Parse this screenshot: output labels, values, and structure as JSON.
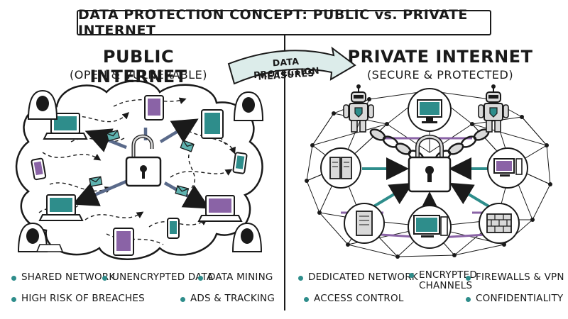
{
  "title": "DATA PROTECTION CONCEPT: PUBLIC vs. PRIVATE INTERNET",
  "banner": {
    "line1": "DATA PROTECTION",
    "line2": "MEASURES"
  },
  "public": {
    "title": "PUBLIC INTERNET",
    "subtitle": "(OPEN & VULNERABLE)",
    "bullets": [
      "SHARED NETWORK",
      "UNENCRYPTED DATA",
      "DATA MINING",
      "HIGH RISK OF BREACHES",
      "ADS & TRACKING"
    ]
  },
  "private": {
    "title": "PRIVATE INTERNET",
    "subtitle": "(SECURE & PROTECTED)",
    "bullets": [
      "DEDICATED NETWORK",
      "ENCRYPTED CHANNELS",
      "FIREWALLS & VPN",
      "ACCESS CONTROL",
      "CONFIDENTIALITY"
    ]
  },
  "colors": {
    "ink": "#1a1a1a",
    "teal": "#2e8d8b",
    "teal_light": "#5fb3b0",
    "purple": "#8a63a6",
    "slate": "#5a6a8a",
    "grey": "#d9d9d9",
    "banner": "#dcecea"
  },
  "icons": {
    "hacker": "hooded-hacker-icon",
    "laptop": "laptop-icon",
    "tablet": "tablet-icon",
    "phone": "smartphone-icon",
    "envelope": "envelope-icon",
    "unlocked": "open-padlock-icon",
    "locked": "closed-padlock-icon",
    "server": "server-icon",
    "desktop": "desktop-computer-icon",
    "firewall": "firewall-brick-icon",
    "robot": "security-robot-icon",
    "chain": "chain-icon"
  }
}
